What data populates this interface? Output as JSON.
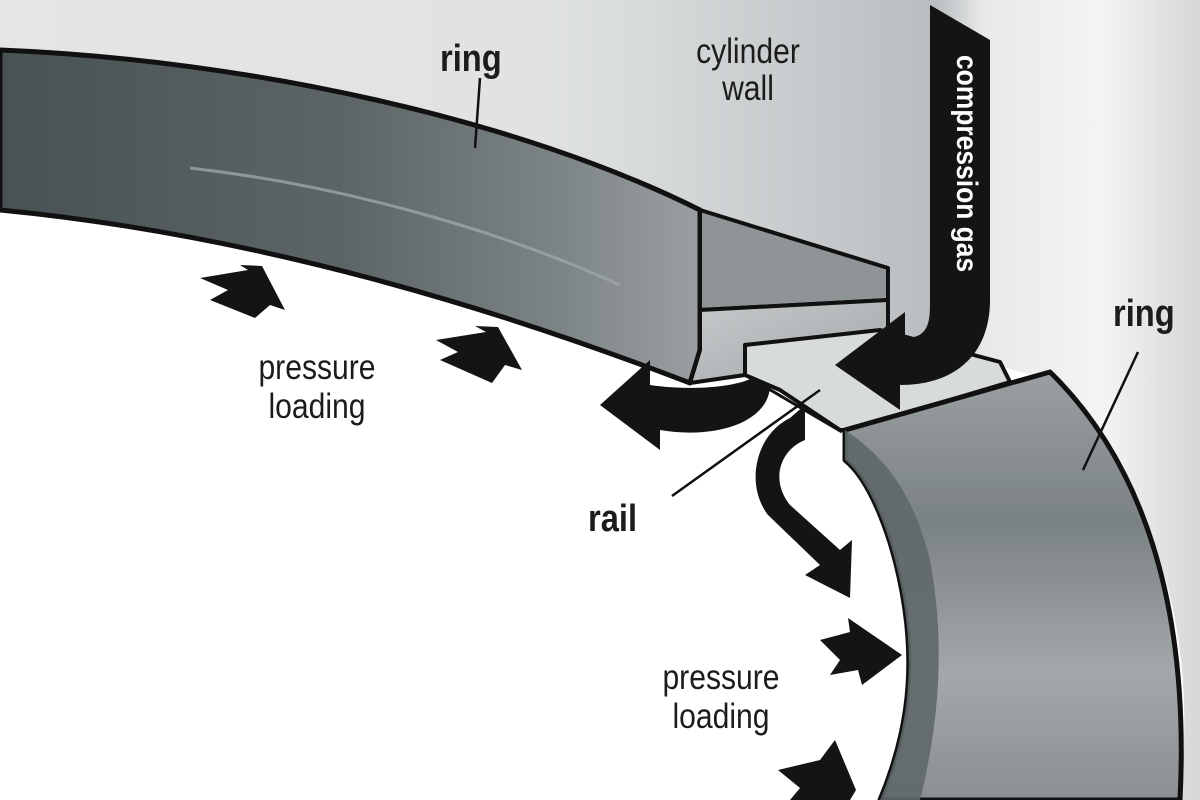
{
  "diagram": {
    "subject": "Piston ring gap with rail under compression gas",
    "labels": {
      "ring_top": "ring",
      "cylinder_wall_line1": "cylinder",
      "cylinder_wall_line2": "wall",
      "compression_gas": "compression gas",
      "ring_right": "ring",
      "rail": "rail",
      "pressure_loading_left_line1": "pressure",
      "pressure_loading_left_line2": "loading",
      "pressure_loading_bottom_line1": "pressure",
      "pressure_loading_bottom_line2": "loading"
    },
    "colors": {
      "ring_dark": "#4a5254",
      "ring_light": "#8e9496",
      "cylinder_wall": "#e2e4e5",
      "arrow": "#1a1a1a",
      "background": "#ffffff"
    }
  }
}
